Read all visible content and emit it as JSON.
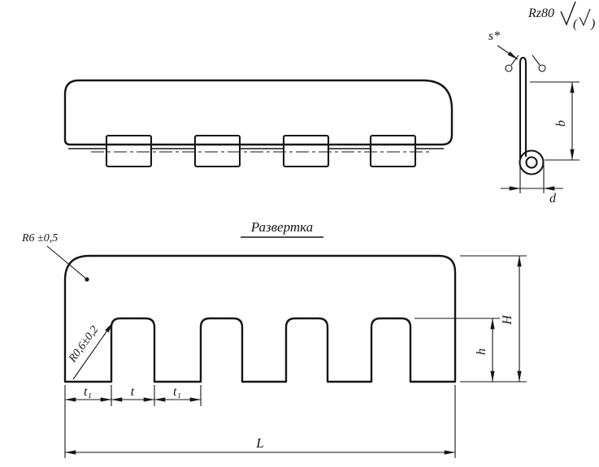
{
  "colors": {
    "background": "#ffffff",
    "ink": "#161616"
  },
  "drawing": {
    "roughness_note": {
      "value": "Rz80",
      "paren_open": "(",
      "paren_close": ")"
    },
    "section_view": {
      "thickness_label": "s*",
      "flat_height_label": "b",
      "curl_diameter_label": "d"
    },
    "development_view": {
      "title": "Развертка",
      "corner_radius_callout": "R6 ±0,5",
      "slot_radius_callout": "R0,6±0,2",
      "tooth_pitch_label_left": "t₁",
      "slot_pitch_label": "t",
      "tooth_pitch_label_right": "t₁",
      "slot_depth_label": "h",
      "overall_height_label": "H",
      "overall_length_label": "L"
    }
  }
}
